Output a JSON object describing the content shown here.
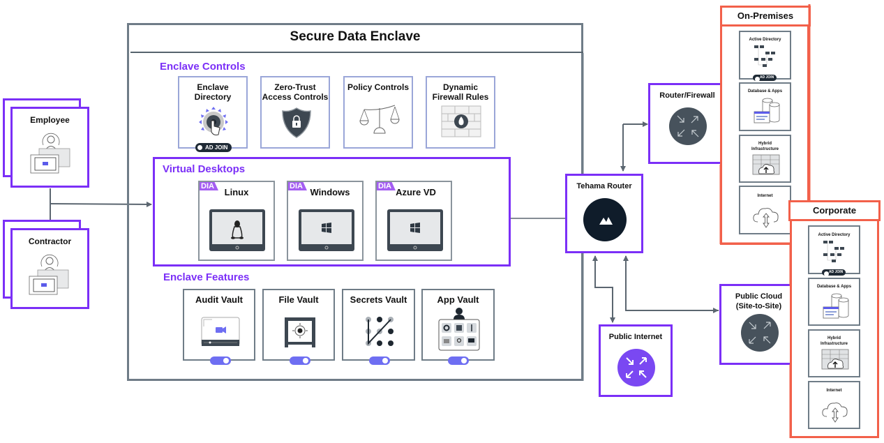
{
  "enclave": {
    "title": "Secure Data Enclave",
    "controls": {
      "title": "Enclave Controls",
      "items": [
        {
          "label": "Enclave Directory",
          "icon": "touch-directory-icon",
          "badge": "AD JOIN"
        },
        {
          "label": "Zero-Trust Access Controls",
          "icon": "shield-lock-icon"
        },
        {
          "label": "Policy Controls",
          "icon": "scales-icon"
        },
        {
          "label": "Dynamic Firewall Rules",
          "icon": "firewall-icon"
        }
      ]
    },
    "desktops": {
      "title": "Virtual Desktops",
      "items": [
        {
          "label": "Linux",
          "badge": "DIA",
          "icon": "linux-icon"
        },
        {
          "label": "Windows",
          "badge": "DIA",
          "icon": "windows-icon"
        },
        {
          "label": "Azure VD",
          "badge": "DIA",
          "icon": "windows-icon"
        }
      ]
    },
    "features": {
      "title": "Enclave Features",
      "items": [
        {
          "label": "Audit Vault",
          "icon": "video-recording-icon",
          "toggle": "on"
        },
        {
          "label": "File Vault",
          "icon": "safe-icon",
          "toggle": "on"
        },
        {
          "label": "Secrets Vault",
          "icon": "pattern-lock-icon",
          "toggle": "on"
        },
        {
          "label": "App Vault",
          "icon": "app-grid-icon",
          "toggle": "on"
        }
      ]
    }
  },
  "users": [
    {
      "label": "Employee",
      "icon": "remote-user-icon"
    },
    {
      "label": "Contractor",
      "icon": "remote-user-icon"
    }
  ],
  "network": {
    "tehama_router": "Tehama Router",
    "router_firewall": "Router/Firewall",
    "public_internet": "Public Internet",
    "public_cloud_line1": "Public Cloud",
    "public_cloud_line2": "(Site-to-Site)"
  },
  "on_premises": {
    "title": "On-Premises",
    "items": [
      {
        "label": "Active Directory",
        "badge": "AD JOIN"
      },
      {
        "label": "Database & Apps"
      },
      {
        "label_line1": "Hybrid",
        "label_line2": "Infrastructure"
      },
      {
        "label": "Internet"
      }
    ]
  },
  "corporate": {
    "title": "Corporate",
    "items": [
      {
        "label": "Active Directory",
        "badge": "AD JOIN"
      },
      {
        "label": "Database & Apps"
      },
      {
        "label_line1": "Hybrid",
        "label_line2": "Infrastructure"
      },
      {
        "label": "Internet"
      }
    ]
  },
  "colors": {
    "accent_purple": "#7b2ff7",
    "enclave_border": "#6f7c87",
    "site_red": "#f2604a",
    "toggle_blue": "#6e6ef2",
    "router_dark": "#0f1c2a",
    "router_grey": "#47525c",
    "internet_purple": "#7a48f2"
  }
}
